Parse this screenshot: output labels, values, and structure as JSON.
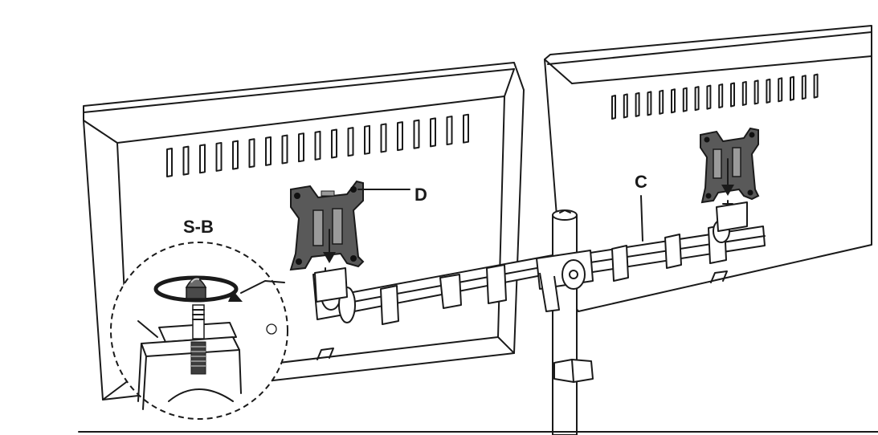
{
  "callouts": {
    "screw_bolt": "S-B",
    "vesa_plate": "D",
    "arm": "C"
  },
  "icons": [
    "monitor-back",
    "vesa-plate",
    "mounting-arm",
    "pole",
    "cap-nut",
    "rotate-arrow",
    "down-arrow",
    "detail-magnifier"
  ]
}
